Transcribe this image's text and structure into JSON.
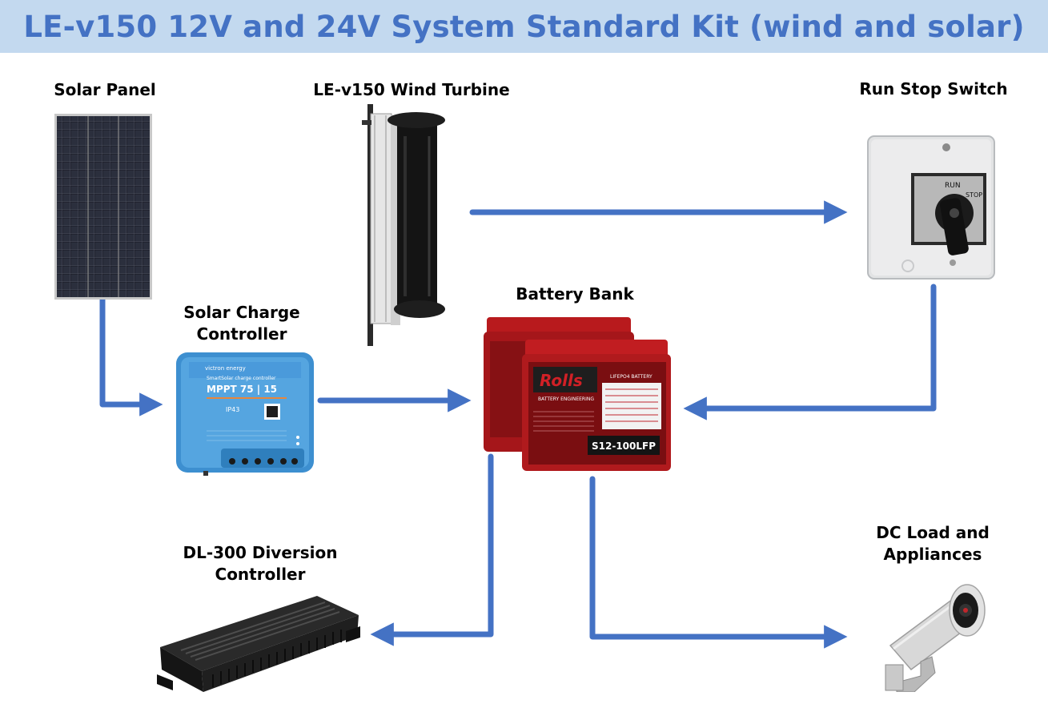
{
  "title": "LE-v150 12V and 24V System Standard Kit (wind and solar)",
  "colors": {
    "title_bg": "#c3d9ef",
    "title_text": "#4472c4",
    "arrow": "#4472c4"
  },
  "components": {
    "solar_panel": {
      "label": "Solar Panel"
    },
    "wind_turbine": {
      "label": "LE-v150 Wind Turbine"
    },
    "run_stop_switch": {
      "label": "Run Stop Switch",
      "run_text": "RUN",
      "stop_text": "STOP"
    },
    "solar_charge_controller": {
      "label_line1": "Solar Charge",
      "label_line2": "Controller",
      "brand_text": "victron energy",
      "product_text": "SmartSolar charge controller",
      "model_text": "MPPT 75 | 15",
      "rating_text": "IP43"
    },
    "battery_bank": {
      "label": "Battery Bank",
      "brand_text": "Rolls",
      "sub_text": "BATTERY ENGINEERING",
      "type_text": "LIFEPO4 BATTERY",
      "model_text": "S12-100LFP"
    },
    "diversion_controller": {
      "label_line1": "DL-300 Diversion",
      "label_line2": "Controller"
    },
    "dc_load": {
      "label_line1": "DC Load and",
      "label_line2": "Appliances"
    }
  },
  "connections": [
    {
      "from": "Solar Panel",
      "to": "Solar Charge Controller"
    },
    {
      "from": "Solar Charge Controller",
      "to": "Battery Bank"
    },
    {
      "from": "LE-v150 Wind Turbine",
      "to": "Run Stop Switch"
    },
    {
      "from": "Run Stop Switch",
      "to": "Battery Bank"
    },
    {
      "from": "Battery Bank",
      "to": "DL-300 Diversion Controller"
    },
    {
      "from": "Battery Bank",
      "to": "DC Load and Appliances"
    }
  ]
}
